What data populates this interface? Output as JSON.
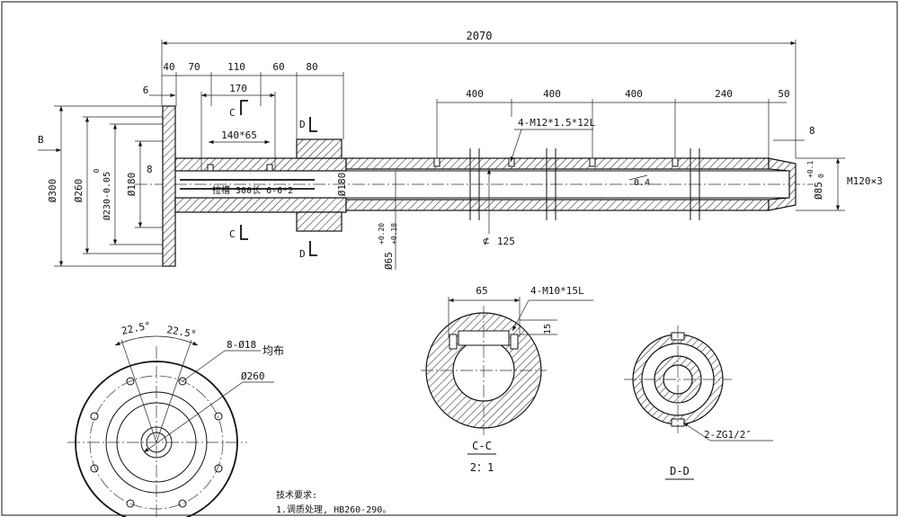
{
  "main_view": {
    "dim_overall": "2070",
    "dims_left": [
      "40",
      "70",
      "110",
      "60",
      "80"
    ],
    "dim_6": "6",
    "dim_170": "170",
    "dim_140x65": "140*65",
    "dims_right": [
      "400",
      "400",
      "400",
      "240",
      "50"
    ],
    "dim_8_right": "8",
    "thread_note": "4-M12*1.5*12L",
    "dia_300": "Ø300",
    "dia_260": "Ø260",
    "dia_230": "Ø230-0.05",
    "dia_230_upper": "0",
    "dia_180_left": "Ø180",
    "dim_8_left": "8",
    "dia_180_mid": "Ø180",
    "dia_65": "Ø65",
    "dia_65_tol_upper": "+0.20",
    "dia_65_tol_lower": "+0.18",
    "dia_125": "125",
    "dia_125_prefix": "⊄",
    "dia_85": "Ø85",
    "dia_85_tol_upper": "+0.1",
    "dia_85_tol_lower": "0",
    "thread_end": "M120×3",
    "taper_label": "0.4",
    "groove_note": "拉槽 300长 6-6*2",
    "view_b": "B",
    "section_c_upper": "C",
    "section_c_lower": "C",
    "section_d_upper": "D",
    "section_d_lower": "D"
  },
  "flange_view": {
    "angle_left": "22.5°",
    "angle_right": "22.5°",
    "holes_note": "8-Ø18",
    "holes_even": "均布",
    "pcd_note": "Ø260"
  },
  "section_cc": {
    "dim_65": "65",
    "thread_note": "4-M10*15L",
    "dim_15": "15",
    "title": "C-C",
    "scale": "2：1"
  },
  "section_dd": {
    "pipe_note": "2-ZG1/2″",
    "title": "D-D"
  },
  "tech_notes": {
    "heading": "技术要求:",
    "line1": "1.调质处理, HB260-290。"
  }
}
